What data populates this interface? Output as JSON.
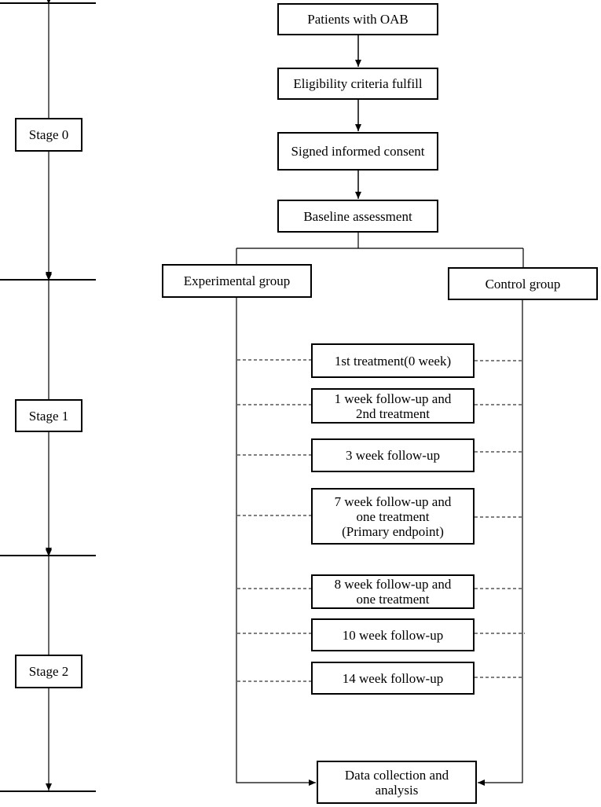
{
  "flow": {
    "patients": "Patients with OAB",
    "eligibility": "Eligibility criteria fulfill",
    "consent": "Signed informed consent",
    "baseline": "Baseline assessment",
    "experimental": "Experimental group",
    "control": "Control group",
    "final": "Data collection and\nanalysis"
  },
  "visits": [
    "1st treatment(0 week)",
    "1 week follow-up and\n2nd treatment",
    "3 week follow-up",
    "7 week follow-up and\none treatment\n(Primary endpoint)",
    "8 week follow-up and\none treatment",
    "10 week follow-up",
    "14 week follow-up"
  ],
  "stages": [
    "Stage 0",
    "Stage 1",
    "Stage 2"
  ]
}
